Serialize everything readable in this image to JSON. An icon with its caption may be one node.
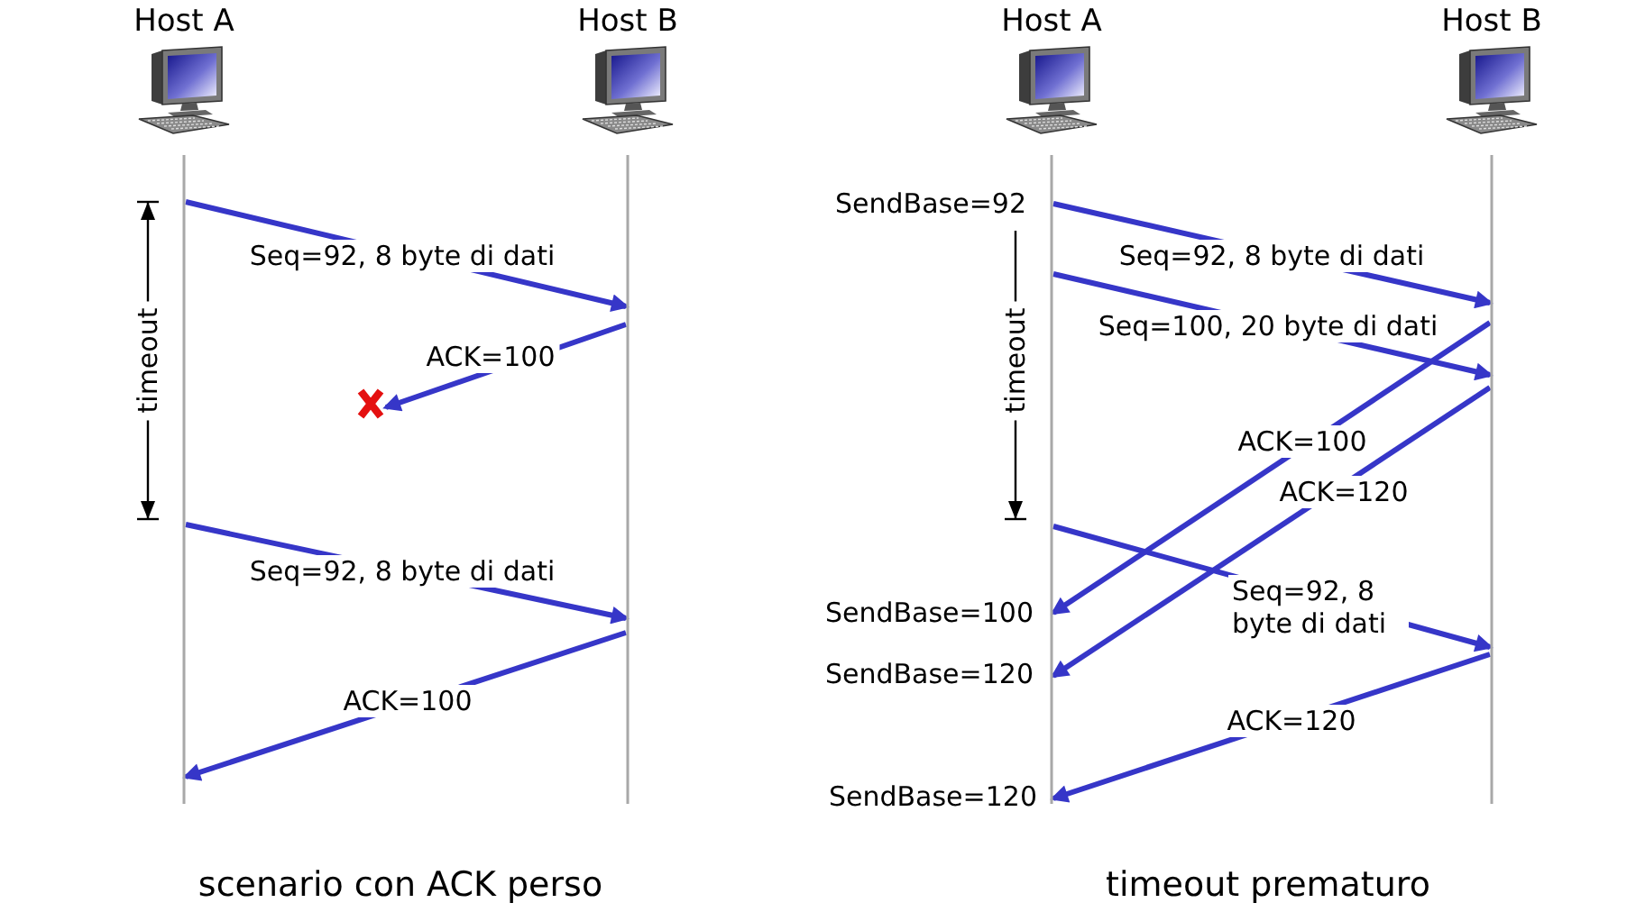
{
  "diagram": {
    "nodes": [
      {
        "text": [
          "Host A"
        ]
      },
      {
        "text": [
          "Host B"
        ]
      },
      {
        "text": [],
        "shape": "cross"
      },
      {
        "text": [
          "Host A"
        ]
      },
      {
        "text": [
          "Host B"
        ]
      }
    ],
    "edges": [
      {
        "from": 0,
        "to": 1,
        "arrow": "to",
        "label": "Seq=92, 8 byte di dati"
      },
      {
        "from": 1,
        "to": 2,
        "arrow": "to",
        "label": "ACK=100"
      },
      {
        "from": 0,
        "to": 1,
        "arrow": "to",
        "label": "Seq=92, 8 byte di dati"
      },
      {
        "from": 1,
        "to": 0,
        "arrow": "to",
        "label": "ACK=100"
      },
      {
        "from": 3,
        "to": 4,
        "arrow": "to",
        "label": "Seq=92, 8 byte di dati"
      },
      {
        "from": 3,
        "to": 4,
        "arrow": "to",
        "label": "Seq=100, 20 byte di dati"
      },
      {
        "from": 4,
        "to": 3,
        "arrow": "to",
        "label": "ACK=100"
      },
      {
        "from": 4,
        "to": 3,
        "arrow": "to",
        "label": "ACK=120"
      },
      {
        "from": 3,
        "to": 4,
        "arrow": "to",
        "label": "Seq=92, 8 byte di dati"
      },
      {
        "from": 4,
        "to": 3,
        "arrow": "to",
        "label": "ACK=120"
      }
    ],
    "labels": [
      "timeout",
      "scenario con ACK perso",
      "SendBase=92",
      "timeout",
      "SendBase=100",
      "SendBase=120",
      "SendBase=120",
      "timeout prematuro"
    ]
  }
}
